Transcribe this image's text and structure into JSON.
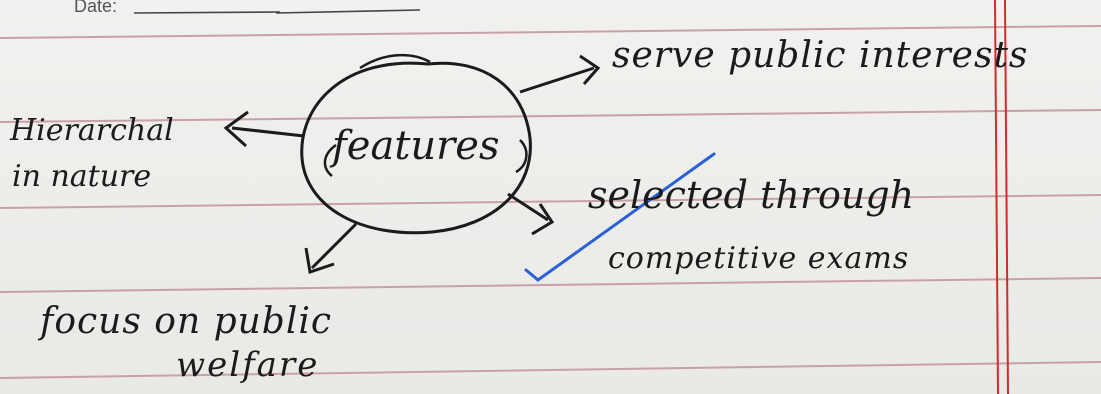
{
  "header": {
    "date_label": "Date:"
  },
  "diagram": {
    "center": "features",
    "branches": [
      {
        "id": "serve-public-interests",
        "lines": [
          "serve public interests"
        ]
      },
      {
        "id": "hierarchical-in-nature",
        "lines": [
          "Hierarchal",
          "in nature"
        ]
      },
      {
        "id": "selected-through-exams",
        "lines": [
          "selected through",
          "competitive exams"
        ]
      },
      {
        "id": "focus-on-public-welfare",
        "lines": [
          "focus on public",
          "welfare"
        ]
      }
    ]
  },
  "colors": {
    "ink": "#1b1b1b",
    "rule_lines": "#c9a0a8",
    "margin_lines": "#d32b2b",
    "tick_mark": "#2b5fd9"
  }
}
